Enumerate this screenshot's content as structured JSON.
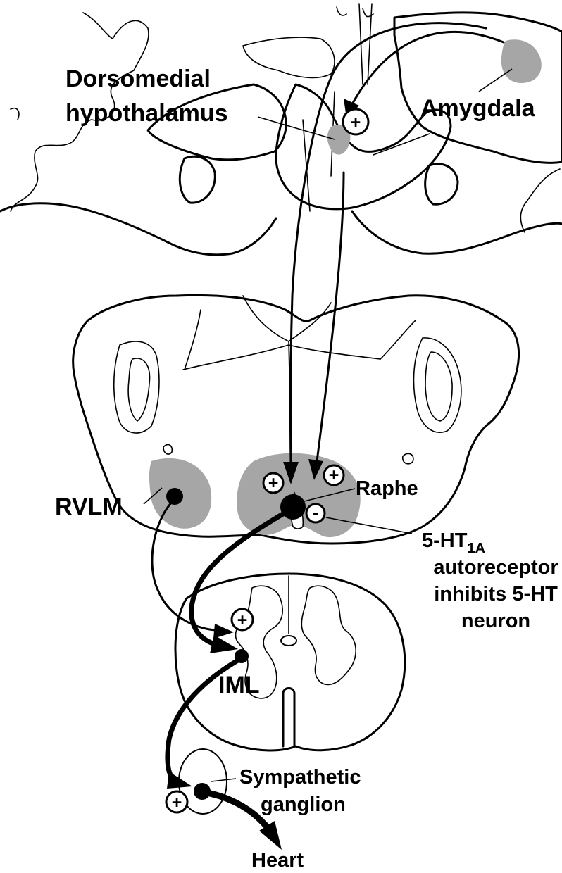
{
  "labels": {
    "dorsomedial_line1": "Dorsomedial",
    "dorsomedial_line2": "hypothalamus",
    "amygdala": "Amygdala",
    "rvlm": "RVLM",
    "raphe": "Raphe",
    "autoreceptor_line1_main": "5-HT",
    "autoreceptor_line1_sub": "1A",
    "autoreceptor_line2": "autoreceptor",
    "autoreceptor_line3": "inhibits 5-HT",
    "autoreceptor_line4": "neuron",
    "iml": "IML",
    "sympathetic_line1": "Sympathetic",
    "sympathetic_line2": "ganglion",
    "heart": "Heart"
  },
  "signs": {
    "excitatory": "+",
    "inhibitory": "-"
  },
  "colors": {
    "nucleus_fill": "#a6a6a6",
    "line": "#000000",
    "background": "#ffffff"
  }
}
